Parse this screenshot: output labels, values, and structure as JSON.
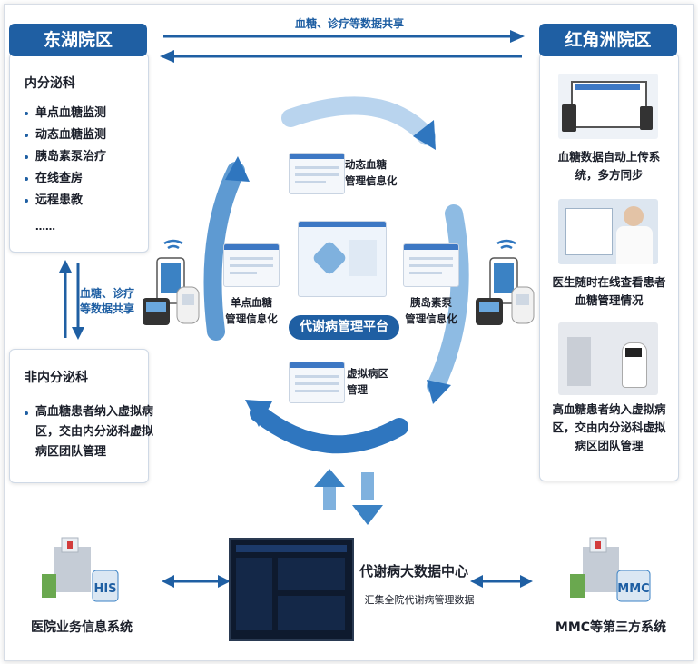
{
  "top_share": "血糖、诊疗等数据共享",
  "left_share": "血糖、诊疗\n等数据共享",
  "east": {
    "tag": "东湖院区",
    "dept_title": "内分泌科",
    "items": [
      "单点血糖监测",
      "动态血糖监测",
      "胰岛素泵治疗",
      "在线查房",
      "远程患教",
      "……"
    ]
  },
  "non_endo": {
    "title": "非内分泌科",
    "text": "高血糖患者纳入虚拟病区，交由内分泌科虚拟病区团队管理"
  },
  "red": {
    "tag": "红角洲院区",
    "captions": [
      "血糖数据自动上传系统，多方同步",
      "医生随时在线查看患者血糖管理情况",
      "高血糖患者纳入虚拟病区，交由内分泌科虚拟病区团队管理"
    ]
  },
  "center": {
    "platform": "代谢病管理平台",
    "cgm": "动态血糖\n管理信息化",
    "single": "单点血糖\n管理信息化",
    "pump": "胰岛素泵\n管理信息化",
    "virtual": "虚拟病区\n管理"
  },
  "bottom": {
    "his_label": "医院业务信息系统",
    "his_logo": "HIS",
    "center_title": "代谢病大数据中心",
    "center_sub": "汇集全院代谢病管理数据",
    "mmc_label": "MMC等第三方系统",
    "mmc_logo": "MMC"
  },
  "colors": {
    "brand": "#1f5fa3",
    "arrow": "#3b82c4"
  }
}
